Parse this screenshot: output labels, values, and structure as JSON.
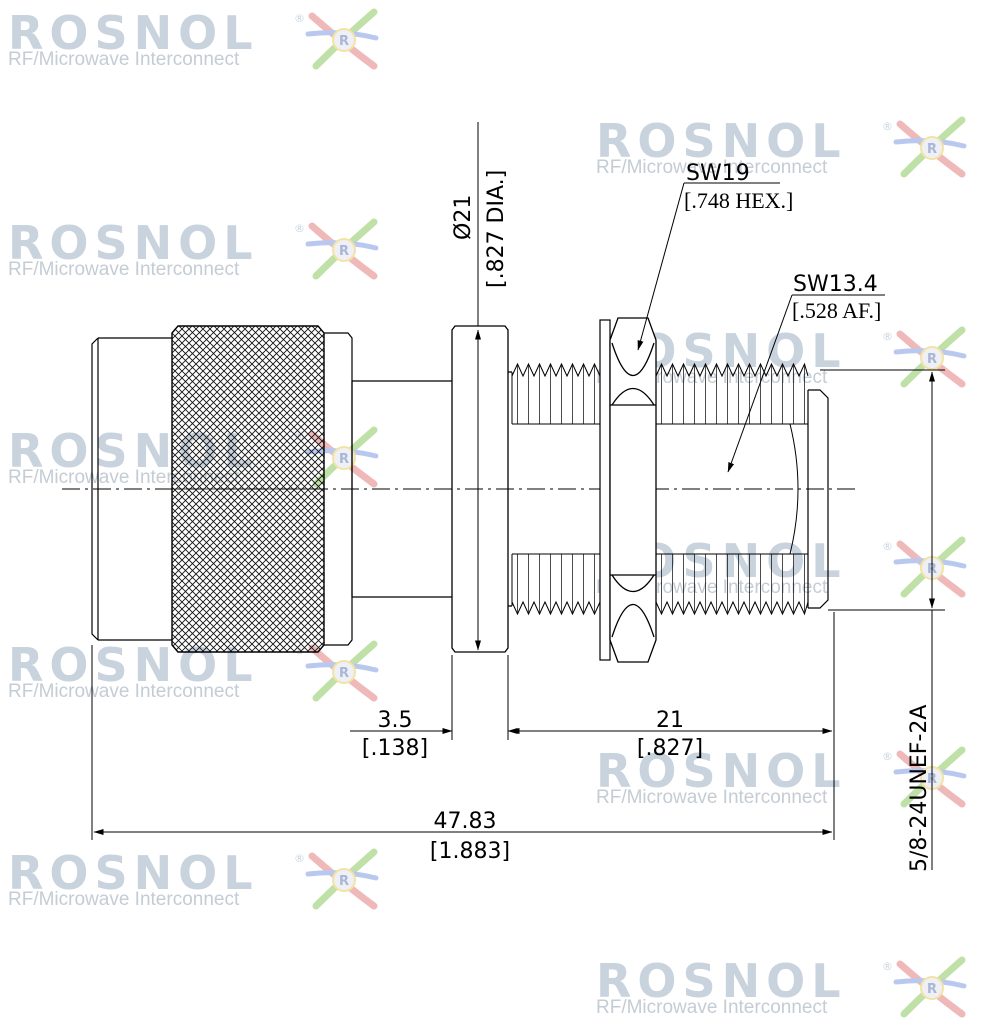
{
  "watermark": {
    "brand": "ROSNOL",
    "tagline": "RF/Microwave Interconnect",
    "registered": "®",
    "logo_letter": "R",
    "colors": {
      "text": "#c8d3dd",
      "green": "#bfe0a6",
      "red": "#f0b9b9",
      "blue": "#b9c8ef",
      "yellow": "#f3e3a3"
    }
  },
  "drawing": {
    "flange_diameter": {
      "metric": "Ø21",
      "imperial": "[.827 DIA.]"
    },
    "nut_hex": {
      "metric": "SW19",
      "imperial": "[.748 HEX.]"
    },
    "body_flats": {
      "metric": "SW13.4",
      "imperial": "[.528 AF.]"
    },
    "flange_thickness": {
      "metric": "3.5",
      "imperial": "[.138]"
    },
    "thread_length": {
      "metric": "21",
      "imperial": "[.827]"
    },
    "overall_length": {
      "metric": "47.83",
      "imperial": "[1.883]"
    },
    "thread_spec": "5/8-24UNEF-2A"
  }
}
